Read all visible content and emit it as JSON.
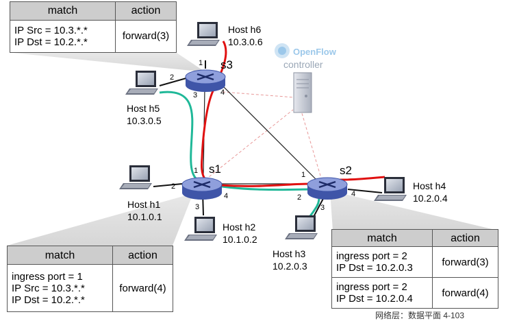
{
  "hosts": {
    "h1": {
      "name": "Host h1",
      "ip": "10.1.0.1"
    },
    "h2": {
      "name": "Host h2",
      "ip": "10.1.0.2"
    },
    "h3": {
      "name": "Host h3",
      "ip": "10.2.0.3"
    },
    "h4": {
      "name": "Host h4",
      "ip": "10.2.0.4"
    },
    "h5": {
      "name": "Host h5",
      "ip": "10.3.0.5"
    },
    "h6": {
      "name": "Host h6",
      "ip": "10.3.0.6"
    }
  },
  "switches": {
    "s1": "s1",
    "s2": "s2",
    "s3": "s3"
  },
  "ports": {
    "s3": {
      "p1": "1",
      "p2": "2",
      "p3": "3",
      "p4": "4"
    },
    "s1": {
      "p1": "1",
      "p2": "2",
      "p3": "3",
      "p4": "4"
    },
    "s2": {
      "p1": "1",
      "p2": "2",
      "p3": "3",
      "p4": "4"
    }
  },
  "controller": {
    "brand": "OpenFlow",
    "label": "controller"
  },
  "table_s3": {
    "match_header": "match",
    "action_header": "action",
    "rows": [
      {
        "match": [
          "IP Src = 10.3.*.*",
          "IP Dst = 10.2.*.*"
        ],
        "action": "forward(3)"
      }
    ]
  },
  "table_s1": {
    "match_header": "match",
    "action_header": "action",
    "rows": [
      {
        "match": [
          "ingress port = 1",
          "IP Src = 10.3.*.*",
          "IP Dst = 10.2.*.*"
        ],
        "action": "forward(4)"
      }
    ]
  },
  "table_s2": {
    "match_header": "match",
    "action_header": "action",
    "rows": [
      {
        "match": [
          "ingress port = 2",
          "IP Dst = 10.2.0.3"
        ],
        "action": "forward(3)"
      },
      {
        "match": [
          "ingress port = 2",
          "IP Dst = 10.2.0.4"
        ],
        "action": "forward(4)"
      }
    ]
  },
  "footer": "网络层：数据平面 4-103",
  "colors": {
    "red_path": "#e01010",
    "green_path": "#1fb898",
    "switch_body": "#3f55a8",
    "switch_top": "#8f9fdc",
    "control_link": "#e89898",
    "table_header": "#cdcdcd",
    "callout": "#d6d6d6"
  }
}
